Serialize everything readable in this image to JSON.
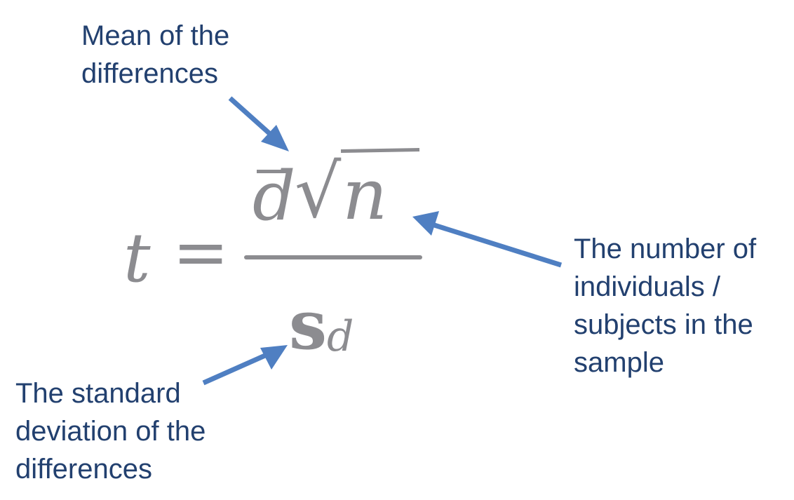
{
  "annotations": {
    "mean": "Mean of the\ndifferences",
    "n": "The number of\nindividuals /\nsubjects in the\nsample",
    "sd": "The standard\ndeviation of the\ndifferences"
  },
  "formula": {
    "lhs": "t",
    "equals": "=",
    "numerator_symbol": "d",
    "sqrt_symbol": "√",
    "sample_symbol": "n",
    "denominator_symbol": "s",
    "denominator_subscript": "d"
  },
  "colors": {
    "label_text": "#22406f",
    "arrow": "#4f7fc2",
    "formula": "#8c8c90"
  }
}
